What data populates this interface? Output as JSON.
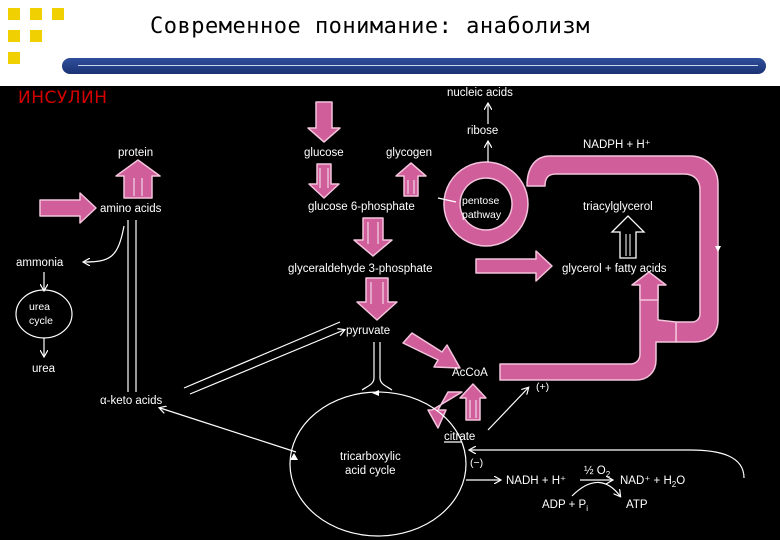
{
  "slide": {
    "title": "Современное понимание: анаболизм",
    "tag": "ИНСУЛИН"
  },
  "colors": {
    "arrow_fill": "#cf5e9b",
    "arrow_outline": "#f4c3dc",
    "tag_color": "#d40000",
    "accent_bar": "#1b3273",
    "logo": "#f0d000"
  },
  "labels": {
    "nucleic_acids": "nucleic acids",
    "ribose": "ribose",
    "nadph": "NADPH + H⁺",
    "protein": "protein",
    "glucose": "glucose",
    "glycogen": "glycogen",
    "amino_acids": "amino acids",
    "glucose6p": "glucose 6-phosphate",
    "pentose": "pentose",
    "pathway": "pathway",
    "triacylglycerol": "triacylglycerol",
    "ammonia": "ammonia",
    "ga3p": "glyceraldehyde 3-phosphate",
    "glycerol_fa": "glycerol + fatty acids",
    "urea_cycle_1": "urea",
    "urea_cycle_2": "cycle",
    "urea": "urea",
    "pyruvate": "pyruvate",
    "accoa": "AcCoA",
    "plus": "(+)",
    "keto_acids": "α-keto acids",
    "citrate": "citrate",
    "tca_1": "tricarboxylic",
    "tca_2": "acid cycle",
    "minus": "(−)",
    "nadh": "NADH + H⁺",
    "half_o2": "½ O",
    "half_o2_sub": "2",
    "nad_h2o": "NAD⁺ + H",
    "nad_h2o_sub": "2",
    "nad_h2o_end": "O",
    "adp": "ADP + P",
    "adp_sub": "i",
    "atp": "ATP"
  }
}
